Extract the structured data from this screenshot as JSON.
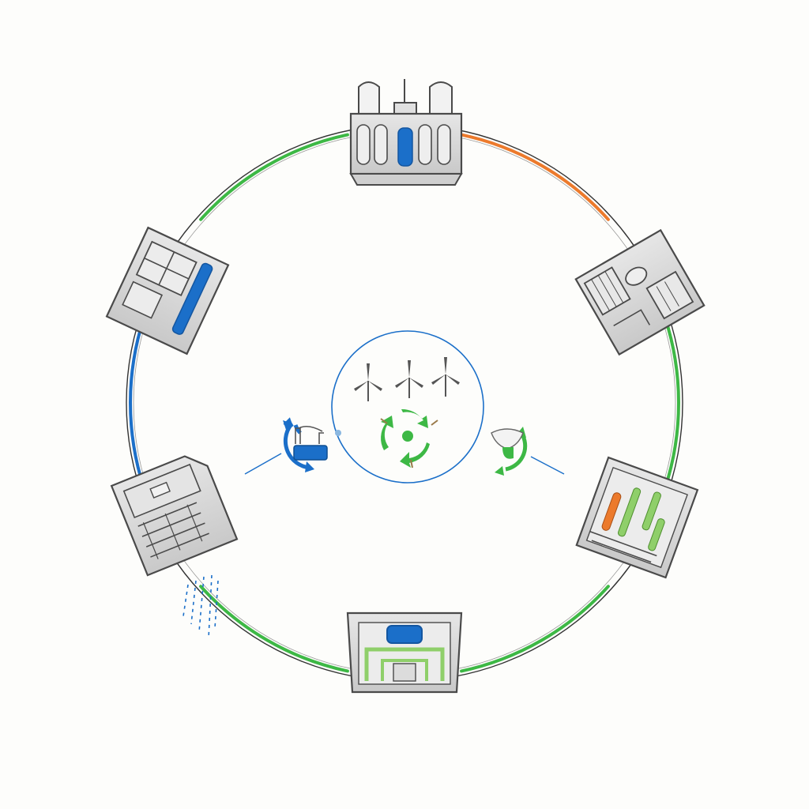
{
  "diagram": {
    "type": "circular-cycle",
    "colors": {
      "background": "#fdfdfb",
      "ring_dark": "#333333",
      "green": "#3db845",
      "blue": "#1b6fc9",
      "orange": "#ec7a2c",
      "machine_fill": "#d8d8d8",
      "machine_stroke": "#4a4a4a",
      "light_green": "#8fcf6a"
    },
    "ring_segments": [
      {
        "from": "top-facility",
        "to": "upper-right-facility",
        "color": "orange"
      },
      {
        "from": "upper-right-facility",
        "to": "lower-right-facility",
        "color": "green"
      },
      {
        "from": "lower-right-facility",
        "to": "bottom-facility",
        "color": "green"
      },
      {
        "from": "bottom-facility",
        "to": "lower-left-facility",
        "color": "green"
      },
      {
        "from": "lower-left-facility",
        "to": "upper-left-facility",
        "color": "blue"
      },
      {
        "from": "upper-left-facility",
        "to": "top-facility",
        "color": "green"
      }
    ],
    "nodes": [
      {
        "id": "top-facility",
        "icon": "tank-plant-icon"
      },
      {
        "id": "upper-right-facility",
        "icon": "cooling-units-icon"
      },
      {
        "id": "lower-right-facility",
        "icon": "pipe-room-icon"
      },
      {
        "id": "bottom-facility",
        "icon": "pool-facility-icon"
      },
      {
        "id": "lower-left-facility",
        "icon": "water-outflow-icon"
      },
      {
        "id": "upper-left-facility",
        "icon": "control-panel-icon"
      }
    ],
    "center": {
      "icons": [
        "wind-turbine-icon",
        "wind-turbine-icon",
        "wind-turbine-icon",
        "recycle-arrows-icon"
      ]
    },
    "side_icons": [
      {
        "side": "left",
        "icon": "water-tub-cycle-icon"
      },
      {
        "side": "right",
        "icon": "green-cycle-icon"
      }
    ]
  }
}
